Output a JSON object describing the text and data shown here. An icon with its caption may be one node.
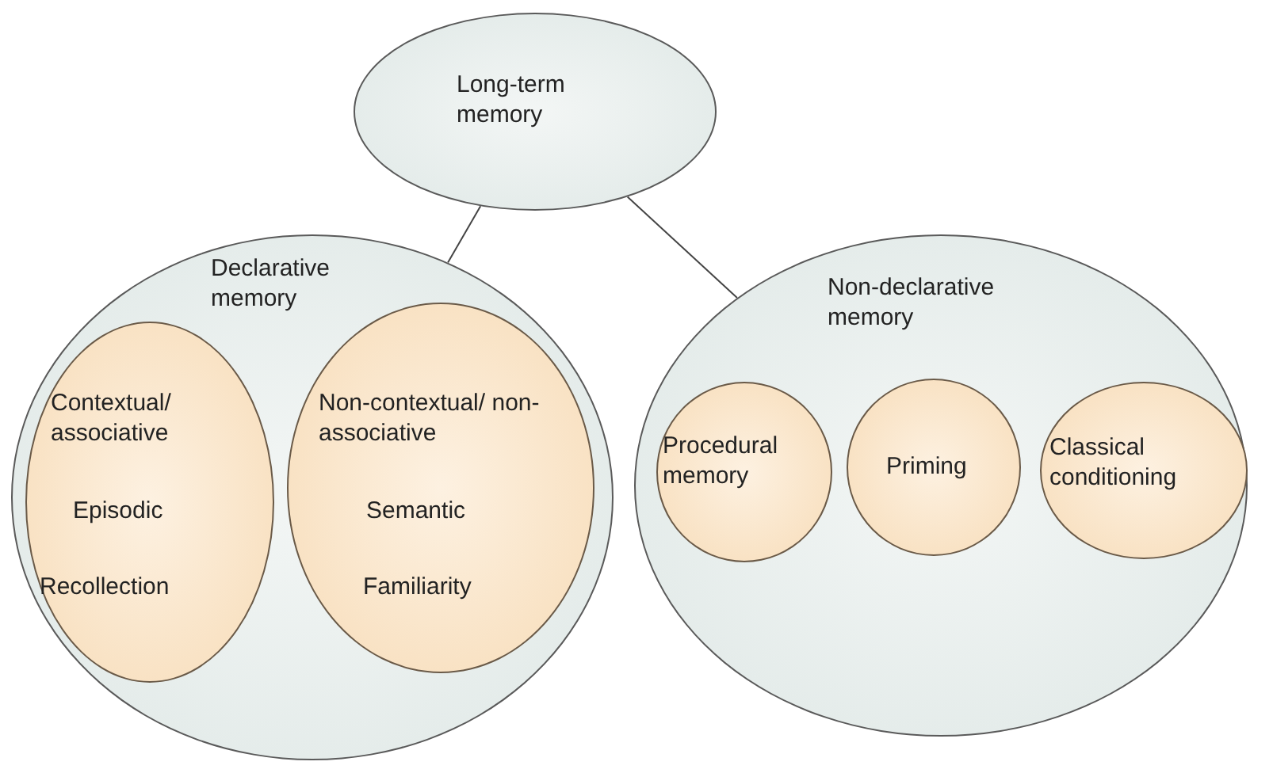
{
  "diagram": {
    "nodes": [
      {
        "text": [
          "Long-term memory"
        ]
      },
      {
        "text": [
          "Declarative memory"
        ]
      },
      {
        "text": [
          "Contextual/ associative",
          "Episodic",
          "Recollection"
        ],
        "in": 1
      },
      {
        "text": [
          "Non-contextual/ non-associative",
          "Semantic",
          "Familiarity"
        ],
        "in": 1
      },
      {
        "text": [
          "Non-declarative memory"
        ]
      },
      {
        "text": [
          "Procedural memory"
        ],
        "in": 4
      },
      {
        "text": [
          "Priming"
        ],
        "in": 4
      },
      {
        "text": [
          "Classical conditioning"
        ],
        "in": 4
      }
    ],
    "edges": [
      {
        "from": 0,
        "to": 1,
        "arrow": "none"
      },
      {
        "from": 0,
        "to": 4,
        "arrow": "none"
      }
    ]
  }
}
